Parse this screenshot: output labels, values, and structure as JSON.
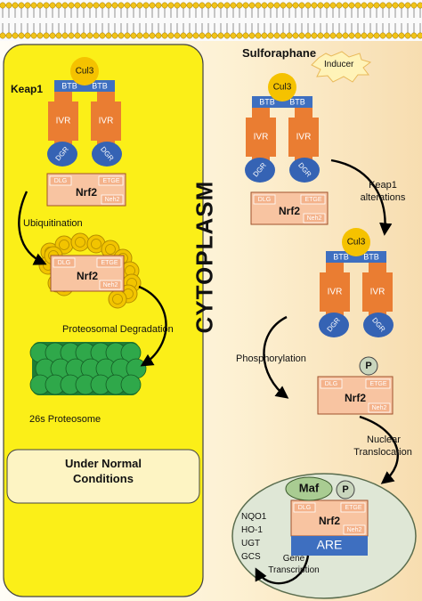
{
  "labels": {
    "keap1": "Keap1",
    "cul3": "Cul3",
    "btb": "BTB",
    "ivr": "IVR",
    "dgr": "DGR",
    "dlg": "DLG",
    "etge": "ETGE",
    "neh2": "Neh2",
    "nrf2": "Nrf2",
    "ubiquitination": "Ubiquitination",
    "proteosomal_degradation": "Proteosomal Degradation",
    "proteosome": "26s Proteosome",
    "under_normal": "Under Normal",
    "conditions": "Conditions",
    "sulforaphane": "Sulforaphane",
    "inducer": "Inducer",
    "cytoplasm": "CYTOPLASM",
    "keap1_alterations_1": "Keap1",
    "keap1_alterations_2": "alterations",
    "phosphorylation": "Phosphorylation",
    "p": "P",
    "nuclear_1": "Nuclear",
    "nuclear_2": "Translocation",
    "maf": "Maf",
    "are": "ARE",
    "genes": [
      "NQO1",
      "HO-1",
      "UGT",
      "GCS"
    ],
    "gene_1": "Gene",
    "gene_2": "Transcription"
  },
  "colors": {
    "panel_yellow": "#fbef18",
    "cul3_gold": "#f5c200",
    "btb_blue": "#3e6fc0",
    "ivr_orange": "#ea7d32",
    "dgr_blue": "#3563b4",
    "nrf2_salmon": "#f8c4a1",
    "proteasome_green": "#2fa84a",
    "nucleus": "#dfe7d6",
    "maf_green": "#a9cc92",
    "are_blue": "#3e6fc0"
  }
}
